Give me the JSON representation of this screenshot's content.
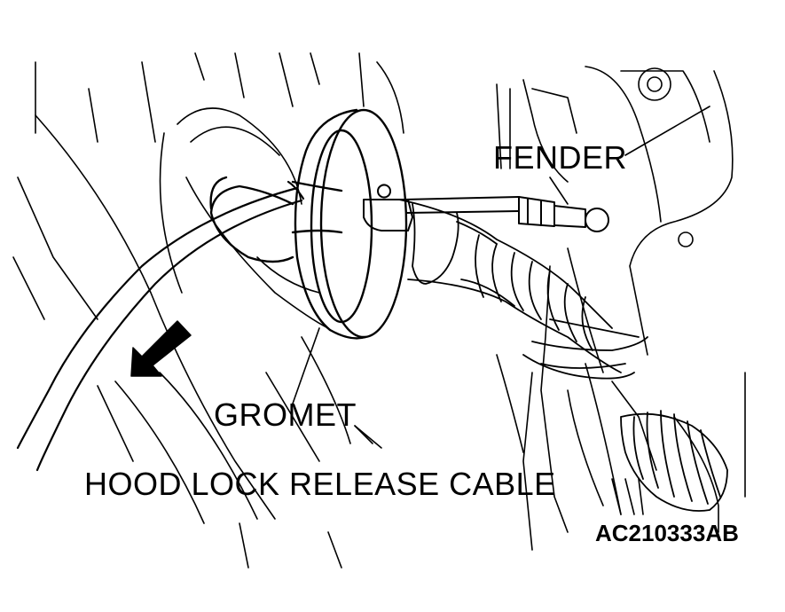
{
  "labels": {
    "fender": "FENDER",
    "gromet": "GROMET",
    "cable": "HOOD LOCK RELEASE CABLE",
    "figure_code": "AC210333AB"
  },
  "colors": {
    "line": "#000000",
    "background": "#ffffff"
  },
  "icons": {
    "pull_direction": "arrow-down-left-icon"
  }
}
